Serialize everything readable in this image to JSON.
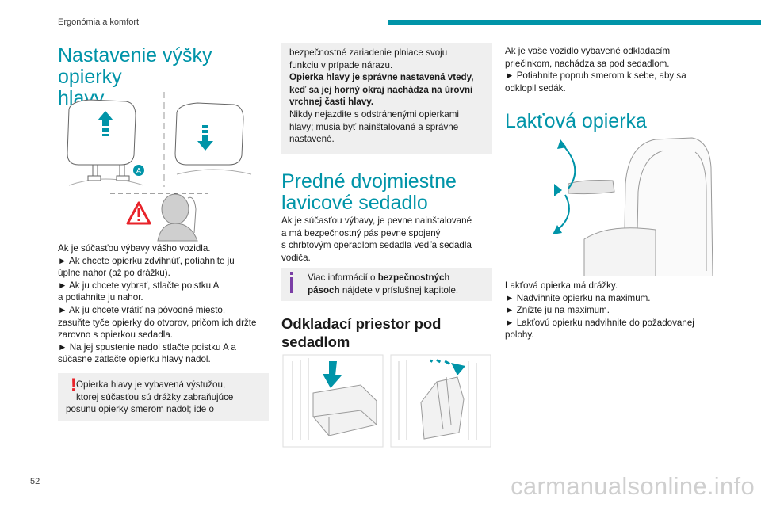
{
  "header": {
    "section": "Ergonómia a komfort"
  },
  "page_number": "52",
  "watermark": "carmanualsonline.info",
  "headrest": {
    "title_line1": "Nastavenie výšky opierky",
    "title_line2": "hlavy",
    "label_a": "A",
    "lines": [
      "Ak je súčasťou výbavy vášho vozidla.",
      "► Ak chcete opierku zdvihnúť, potiahnite ju",
      "úplne nahor (až po drážku).",
      "► Ak ju chcete vybrať, stlačte poistku A",
      "a potiahnite ju nahor.",
      "► Ak ju chcete vrátiť na pôvodné miesto,",
      "zasuňte tyče opierky do otvorov, pričom ich držte",
      "zarovno s opierkou sedadla.",
      "► Na jej spustenie nadol stlačte poistku A a",
      "súčasne zatlačte opierku hlavy nadol."
    ],
    "warning_lines": [
      "Opierka hlavy je vybavená výstužou,",
      "ktorej súčasťou sú drážky zabraňujúce",
      "posunu opierky smerom nadol; ide o"
    ]
  },
  "warning_cont": {
    "normal_lines": [
      "bezpečnostné zariadenie plniace svoju",
      "funkciu v prípade nárazu."
    ],
    "bold_lines": [
      "Opierka hlavy je správne nastavená vtedy,",
      "keď sa jej horný okraj nachádza na úrovni",
      "vrchnej časti hlavy."
    ],
    "tail_lines": [
      "Nikdy nejazdite s odstránenými opierkami",
      "hlavy; musia byť nainštalované a správne",
      "nastavené."
    ]
  },
  "bench": {
    "title_line1": "Predné dvojmiestne",
    "title_line2": "lavicové sedadlo",
    "lines": [
      "Ak je súčasťou výbavy, je pevne nainštalované",
      "a má bezpečnostný pás pevne spojený",
      "s chrbtovým operadlom sedadla vedľa sedadla",
      "vodiča."
    ],
    "info_prefix": "Viac informácií o ",
    "info_bold": "bezpečnostných",
    "info_bold2": "pásoch",
    "info_suffix": " nájdete v príslušnej kapitole."
  },
  "storage": {
    "title_line1": "Odkladací priestor pod",
    "title_line2": "sedadlom",
    "lines": [
      "Ak je vaše vozidlo vybavené odkladacím",
      "priečinkom, nachádza sa pod sedadlom.",
      "► Potiahnite popruh smerom k sebe, aby sa",
      "odklopil sedák."
    ]
  },
  "armrest": {
    "title": "Lakťová opierka",
    "lines": [
      "Lakťová opierka má drážky.",
      "► Nadvihnite opierku na maximum.",
      "► Znížte ju na maximum.",
      "► Lakťovú opierku nadvihnite do požadovanej",
      "polohy."
    ]
  },
  "colors": {
    "accent": "#0094a8",
    "warning": "#e8232a",
    "info": "#7a3ea5",
    "note_bg": "#efefef"
  }
}
